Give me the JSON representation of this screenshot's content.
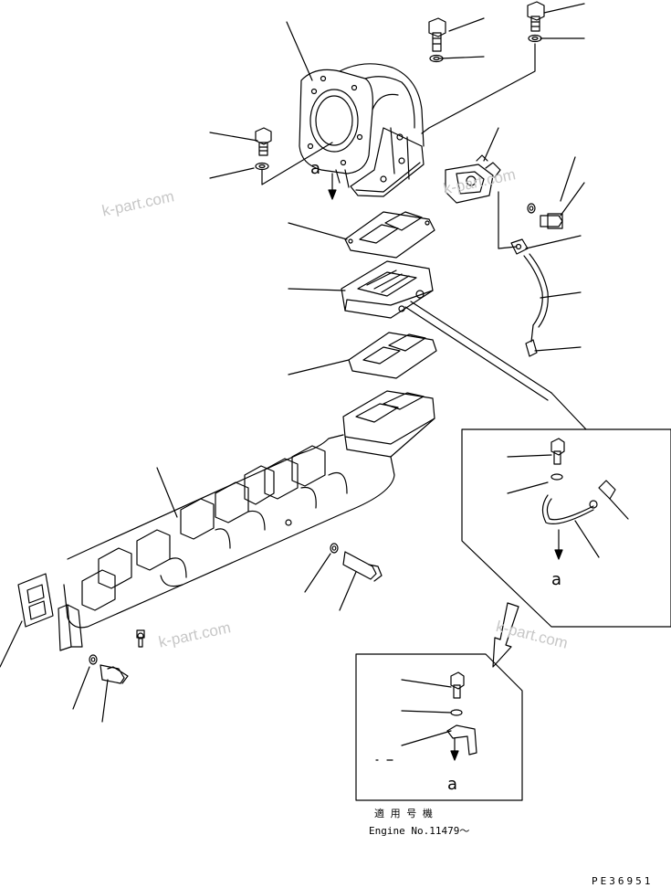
{
  "diagram": {
    "watermarks": [
      "k-part.com",
      "k-part.com",
      "k-part.com",
      "k-part.com"
    ],
    "view_labels": {
      "main": "a",
      "inset_hose": "a",
      "inset_bracket": "a"
    },
    "applicability_note": {
      "line1": "適 用 号 機",
      "line2": "Engine No.11479～"
    },
    "drawing_code": "PE36951",
    "colors": {
      "line": "#000000",
      "watermark": "#c7c7c7",
      "background": "#ffffff"
    }
  }
}
